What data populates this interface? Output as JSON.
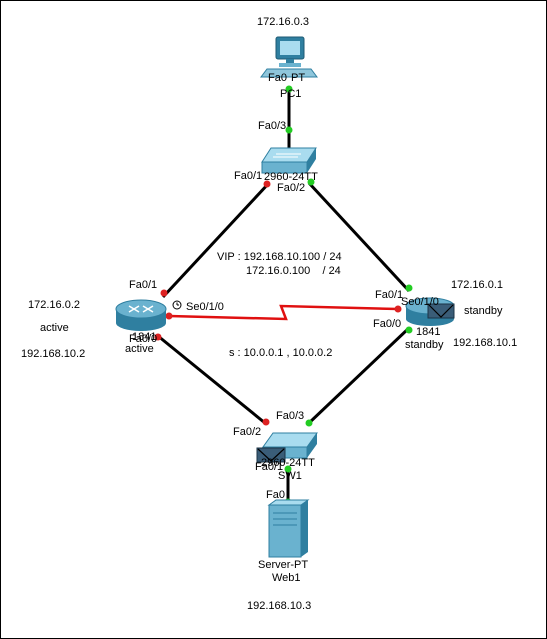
{
  "colors": {
    "ethernet_link": "#000000",
    "serial_link": "#e01010",
    "port_up": "#22cc22",
    "port_down": "#dd2222",
    "device_body": "#6ab2cf",
    "device_dark": "#2f7fa0"
  },
  "devices": {
    "pc1": {
      "ip": "172.16.0.3",
      "model": "PT",
      "name": "PC1",
      "port": "Fa0"
    },
    "switch_top": {
      "model": "2960-24TT",
      "port_pc": "Fa0/3",
      "port_left": "Fa0/1",
      "port_right": "Fa0/2"
    },
    "router_left": {
      "ip_top": "172.16.0.2",
      "state_label": "active",
      "ip_bottom": "192.168.10.2",
      "model": "1841",
      "state_under": "active",
      "port_top": "Fa0/1",
      "port_serial": "Se0/1/0",
      "port_bottom": "Fa0/0"
    },
    "router_right": {
      "ip_top": "172.16.0.1",
      "state_label": "standby",
      "ip_bottom": "192.168.10.1",
      "model": "1841",
      "state_under": "standby",
      "port_top": "Fa0/1",
      "port_serial": "Se0/1/0",
      "port_bottom": "Fa0/0"
    },
    "switch_bottom": {
      "model": "2960-24TT",
      "name": "SW1",
      "port_left": "Fa0/2",
      "port_right": "Fa0/3",
      "port_server": "Fa0/1"
    },
    "server": {
      "port": "Fa0",
      "model": "Server-PT",
      "name": "Web1",
      "ip": "192.168.10.3"
    }
  },
  "annotations": {
    "vip_line1": "VIP : 192.168.10.100 / 24",
    "vip_line2": "172.16.0.100    / 24",
    "serial_net": "s : 10.0.0.1 , 10.0.0.2"
  }
}
